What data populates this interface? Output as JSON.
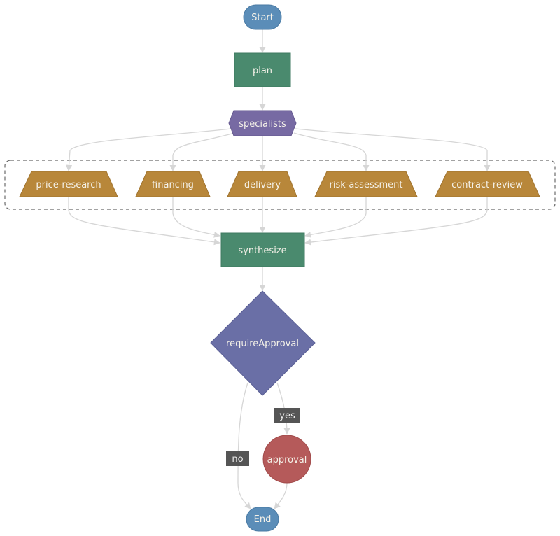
{
  "diagram": {
    "type": "flowchart",
    "colors": {
      "terminal": "#5b8db8",
      "process": "#4a8a6e",
      "fanout": "#776aa3",
      "specialist": "#b8873a",
      "decision": "#6a6fa6",
      "approval": "#b55a5a",
      "edge": "#d6d6d6",
      "label_bg": "#555555",
      "text": "#f4f1e8"
    },
    "nodes": [
      {
        "id": "start",
        "label": "Start",
        "shape": "terminal",
        "color": "terminal"
      },
      {
        "id": "plan",
        "label": "plan",
        "shape": "rect",
        "color": "process"
      },
      {
        "id": "specialists",
        "label": "specialists",
        "shape": "hexagon",
        "color": "fanout"
      },
      {
        "id": "price-research",
        "label": "price-research",
        "shape": "trapezoid",
        "color": "specialist"
      },
      {
        "id": "financing",
        "label": "financing",
        "shape": "trapezoid",
        "color": "specialist"
      },
      {
        "id": "delivery",
        "label": "delivery",
        "shape": "trapezoid",
        "color": "specialist"
      },
      {
        "id": "risk-assessment",
        "label": "risk-assessment",
        "shape": "trapezoid",
        "color": "specialist"
      },
      {
        "id": "contract-review",
        "label": "contract-review",
        "shape": "trapezoid",
        "color": "specialist"
      },
      {
        "id": "synthesize",
        "label": "synthesize",
        "shape": "rect",
        "color": "process"
      },
      {
        "id": "requireApproval",
        "label": "requireApproval",
        "shape": "diamond",
        "color": "decision"
      },
      {
        "id": "approval",
        "label": "approval",
        "shape": "circle",
        "color": "approval"
      },
      {
        "id": "end",
        "label": "End",
        "shape": "terminal",
        "color": "terminal"
      }
    ],
    "edges": [
      {
        "from": "start",
        "to": "plan",
        "label": ""
      },
      {
        "from": "plan",
        "to": "specialists",
        "label": ""
      },
      {
        "from": "specialists",
        "to": "price-research",
        "label": ""
      },
      {
        "from": "specialists",
        "to": "financing",
        "label": ""
      },
      {
        "from": "specialists",
        "to": "delivery",
        "label": ""
      },
      {
        "from": "specialists",
        "to": "risk-assessment",
        "label": ""
      },
      {
        "from": "specialists",
        "to": "contract-review",
        "label": ""
      },
      {
        "from": "price-research",
        "to": "synthesize",
        "label": ""
      },
      {
        "from": "financing",
        "to": "synthesize",
        "label": ""
      },
      {
        "from": "delivery",
        "to": "synthesize",
        "label": ""
      },
      {
        "from": "risk-assessment",
        "to": "synthesize",
        "label": ""
      },
      {
        "from": "contract-review",
        "to": "synthesize",
        "label": ""
      },
      {
        "from": "synthesize",
        "to": "requireApproval",
        "label": ""
      },
      {
        "from": "requireApproval",
        "to": "approval",
        "label": "yes"
      },
      {
        "from": "requireApproval",
        "to": "end",
        "label": "no"
      },
      {
        "from": "approval",
        "to": "end",
        "label": ""
      }
    ],
    "clusters": [
      {
        "id": "parallel-specialists",
        "members": [
          "price-research",
          "financing",
          "delivery",
          "risk-assessment",
          "contract-review"
        ],
        "style": "dashed"
      }
    ]
  }
}
